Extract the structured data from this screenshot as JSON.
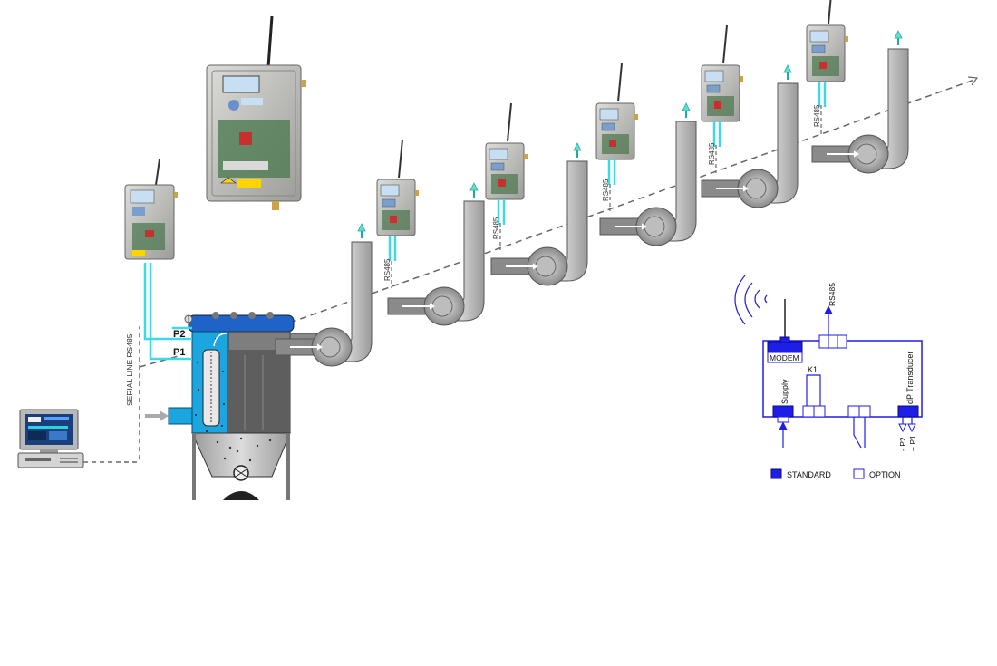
{
  "labels": {
    "p1": "P1",
    "p2": "P2",
    "serial_line": "SERIAL LINE RS485",
    "rs485": "RS485"
  },
  "schematic": {
    "modem": "MODEM",
    "rs485": "RS485",
    "k1": "K1",
    "supply": "Supply",
    "dp_transducer": "dP Transducer",
    "p2": "- P2",
    "p1": "+ P1"
  },
  "legend": {
    "standard": "STANDARD",
    "option": "OPTION"
  },
  "colors": {
    "accent_blue": "#1e1ee6",
    "pipe_cyan": "#40d8e8",
    "filter_blue": "#1ca6e0",
    "pipe_grey": "#b4b4b4"
  }
}
